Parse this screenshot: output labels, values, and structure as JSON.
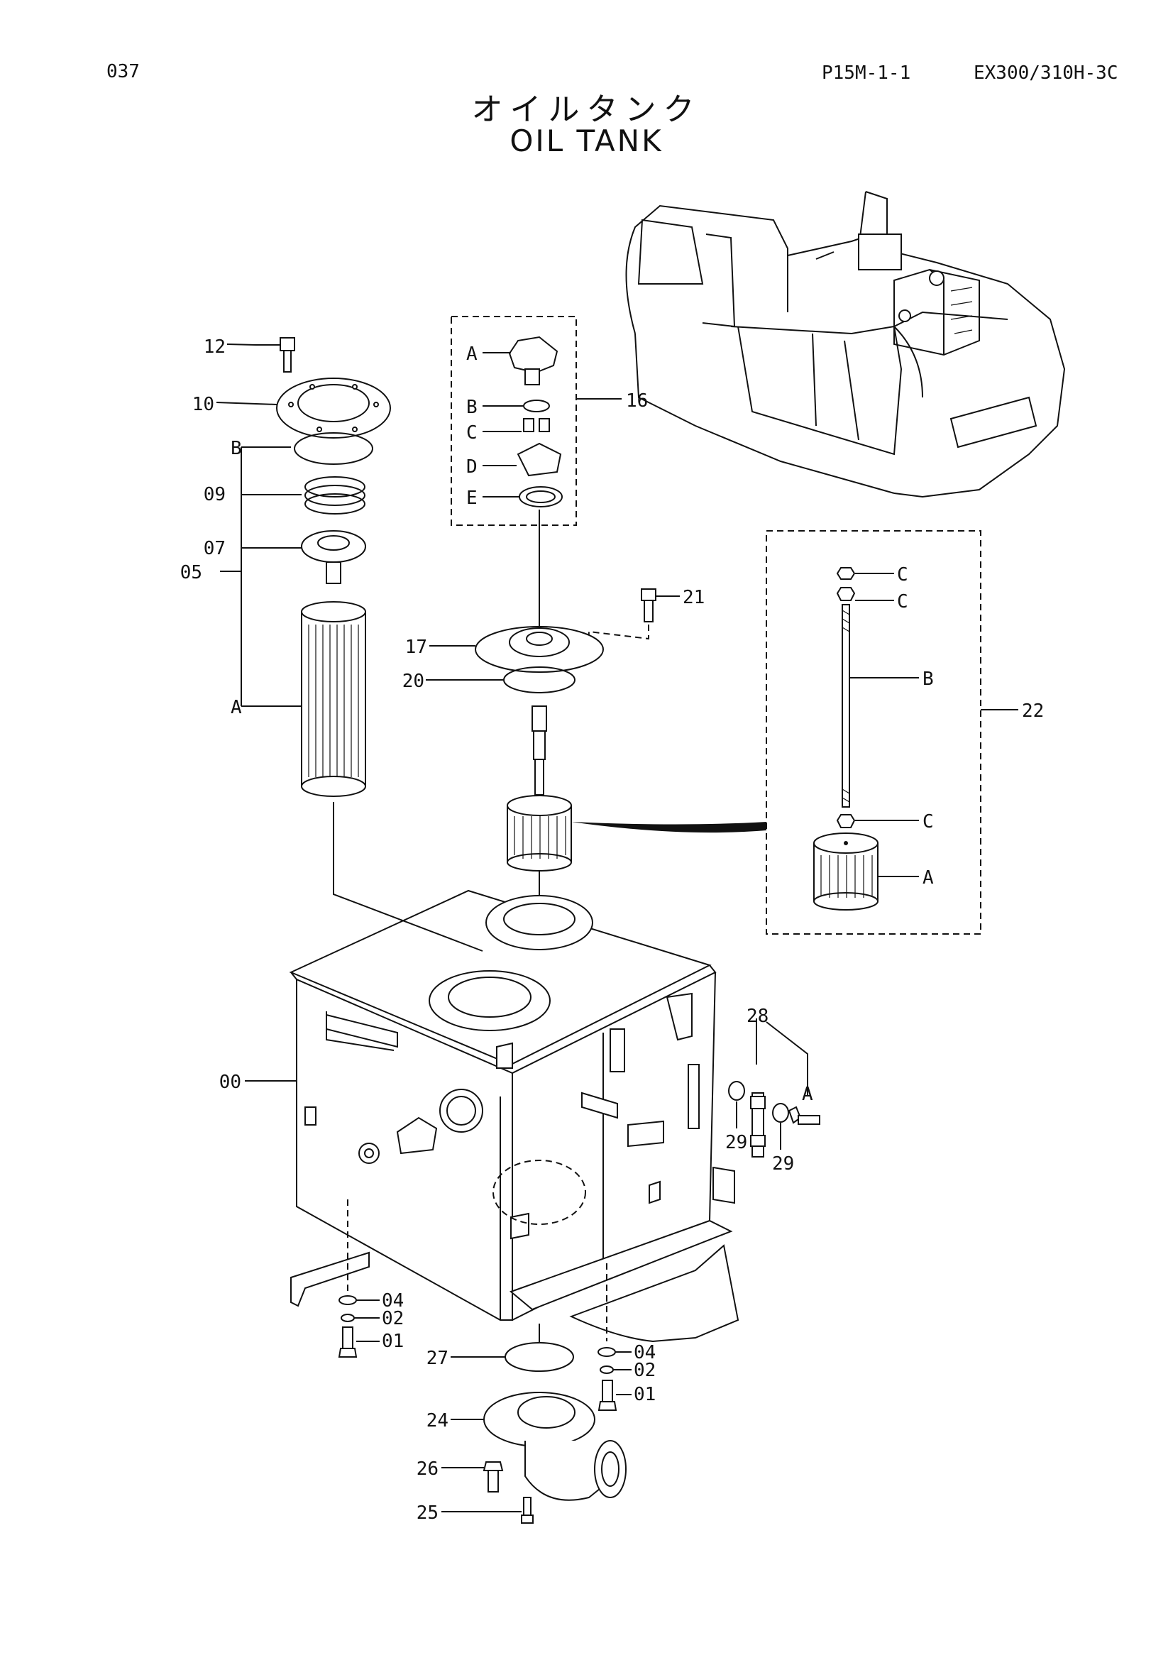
{
  "header": {
    "page_number": "037",
    "figure_code": "P15M-1-1",
    "model": "EX300/310H-3C"
  },
  "title": {
    "japanese": "オイルタンク",
    "english": "OIL TANK"
  },
  "callouts": {
    "c12": "12",
    "c10": "10",
    "cB_left": "B",
    "c09": "09",
    "c07": "07",
    "c05": "05",
    "cA_left": "A",
    "c16": "16",
    "c16A": "A",
    "c16B": "B",
    "c16C": "C",
    "c16D": "D",
    "c16E": "E",
    "c21": "21",
    "c17": "17",
    "c20": "20",
    "c22": "22",
    "c22C1": "C",
    "c22C2": "C",
    "c22B": "B",
    "c22C3": "C",
    "c22A": "A",
    "c00": "00",
    "c28": "28",
    "c28A": "A",
    "c29a": "29",
    "c29b": "29",
    "c04a": "04",
    "c02a": "02",
    "c01a": "01",
    "c27": "27",
    "c04b": "04",
    "c02b": "02",
    "c01b": "01",
    "c24": "24",
    "c26": "26",
    "c25": "25"
  }
}
